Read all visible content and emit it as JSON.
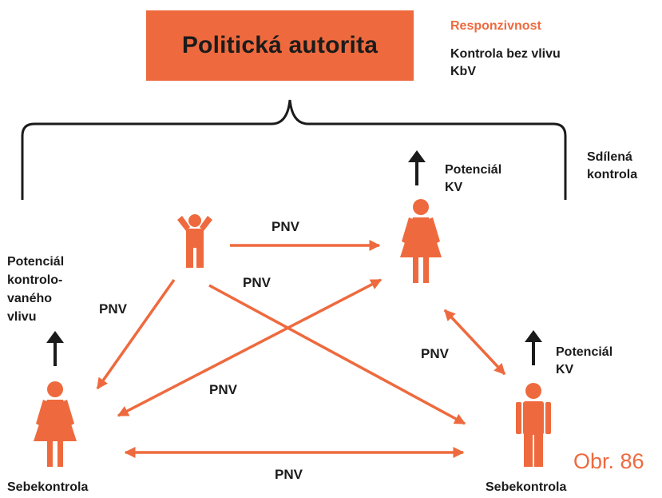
{
  "colors": {
    "accent": "#EE6A3E",
    "text": "#1b1b1b"
  },
  "authority": {
    "title": "Politická autorita",
    "responsiveness": "Responzivnost",
    "control_line1": "Kontrola bez vlivu",
    "control_line2": "KbV"
  },
  "shared_control": {
    "line1": "Sdílená",
    "line2": "kontrola"
  },
  "potential_top": {
    "line1": "Potenciál",
    "line2": "KV"
  },
  "potential_right": {
    "line1": "Potenciál",
    "line2": "KV"
  },
  "potential_left": {
    "line1": "Potenciál",
    "line2": "kontrolo-",
    "line3": "vaného",
    "line4": "vlivu"
  },
  "edge_labels": [
    "PNV",
    "PNV",
    "PNV",
    "PNV",
    "PNV",
    "PNV"
  ],
  "self_control": {
    "left": "Sebekontrola",
    "right": "Sebekontrola"
  },
  "figure_number": "Obr. 86",
  "icons": [
    "child-icon",
    "woman-icon",
    "woman-icon",
    "man-icon",
    "arrow-up-icon"
  ]
}
